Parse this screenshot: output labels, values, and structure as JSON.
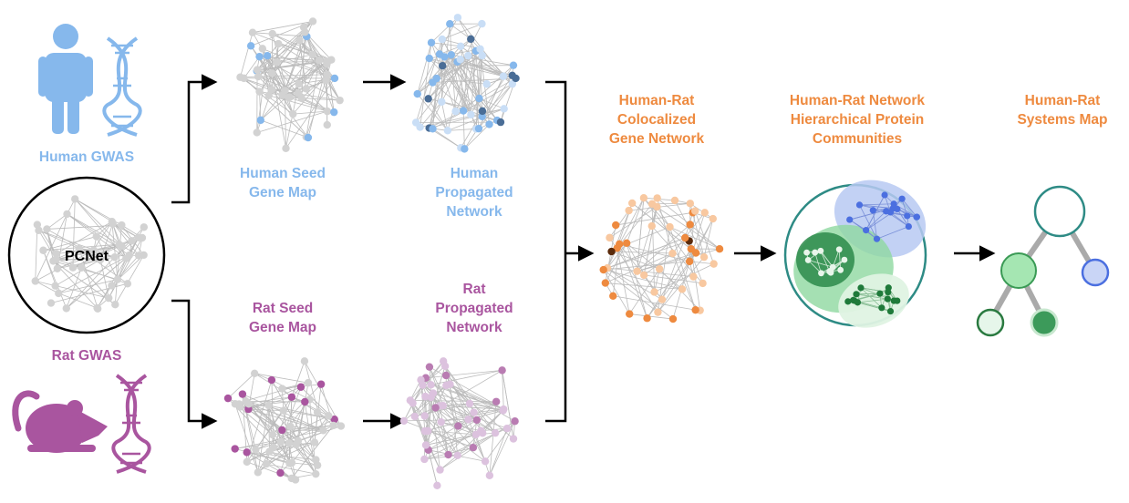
{
  "labels": {
    "human_gwas": "Human GWAS",
    "rat_gwas": "Rat GWAS",
    "pcnet": "PCNet",
    "human_seed": "Human Seed\nGene Map",
    "human_prop": "Human\nPropagated\nNetwork",
    "rat_seed": "Rat Seed\nGene Map",
    "rat_prop": "Rat\nPropagated\nNetwork",
    "coloc": "Human-Rat\nColocalized\nGene Network",
    "communities": "Human-Rat Network\nHierarchical Protein\nCommunities",
    "systems_map": "Human-Rat\nSystems Map"
  },
  "colors": {
    "human_blue": "#86b8ec",
    "human_dark_blue": "#4a6d96",
    "rat_purple": "#a9559f",
    "rat_light_purple": "#dcc2de",
    "orange": "#ee8a3f",
    "light_orange": "#f8c8a0",
    "node_gray": "#d2d2d2",
    "edge_gray": "#bcbcbc",
    "community_blue": "#4b6fe0",
    "community_green": "#1f7a3a",
    "community_light_green": "#9ee3ad",
    "teal": "#2e8b85"
  },
  "icons": [
    "human-figure-icon",
    "dna-helix-icon",
    "rat-icon",
    "arrow-icon"
  ]
}
